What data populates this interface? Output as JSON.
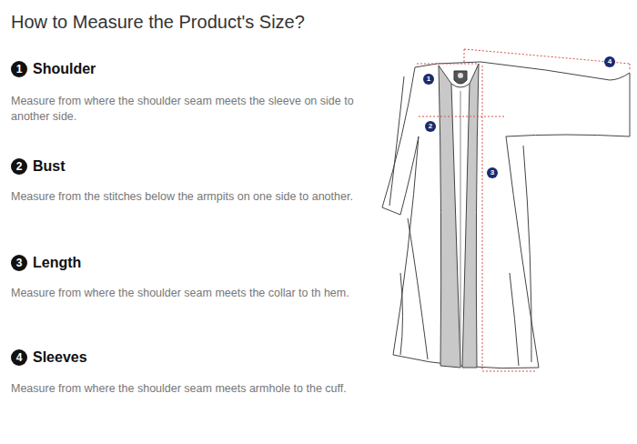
{
  "diagram": {
    "title": "How to Measure the Product's Size?",
    "nodes": [
      {
        "text": [
          "1"
        ]
      },
      {
        "text": [
          "2"
        ]
      },
      {
        "text": [
          "3"
        ]
      },
      {
        "text": [
          "4"
        ]
      },
      {
        "text": [
          "1"
        ]
      },
      {
        "text": [
          "2"
        ]
      },
      {
        "text": [
          "3"
        ]
      },
      {
        "text": [
          "4"
        ]
      }
    ],
    "labels": [
      "Shoulder",
      "Measure from where the shoulder seam meets the sleeve on side to another side.",
      "Bust",
      "Measure from the stitches below the armpits on one side to another.",
      "Length",
      "Measure from where the shoulder seam meets the collar to th hem.",
      "Sleeves",
      "Measure from where the shoulder seam meets armhole to the cuff."
    ]
  }
}
